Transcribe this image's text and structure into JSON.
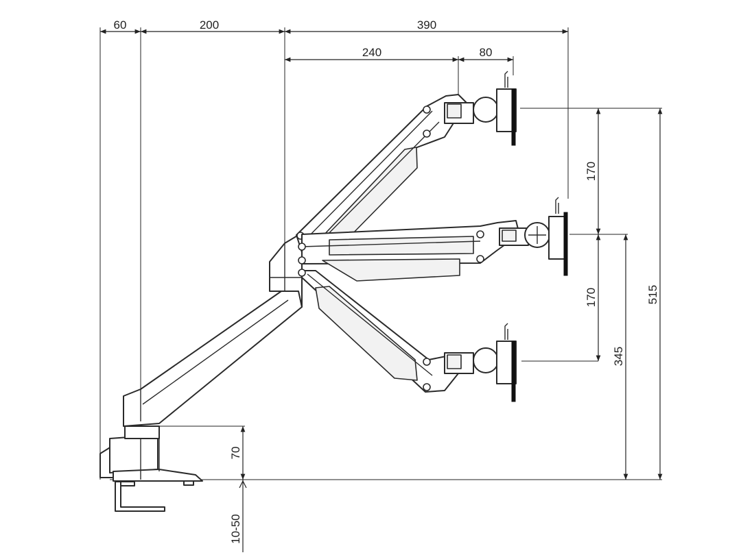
{
  "diagram": {
    "subject": "monitor-arm-side-elevation",
    "dimensions": {
      "base_offset": "60",
      "lower_arm_reach": "200",
      "upper_arm_reach": "390",
      "forearm_reach": "240",
      "head_depth": "80",
      "upper_step": "170",
      "lower_step": "170",
      "mid_height": "345",
      "max_height": "515",
      "base_height": "70",
      "desk_thickness": "10-50"
    }
  }
}
